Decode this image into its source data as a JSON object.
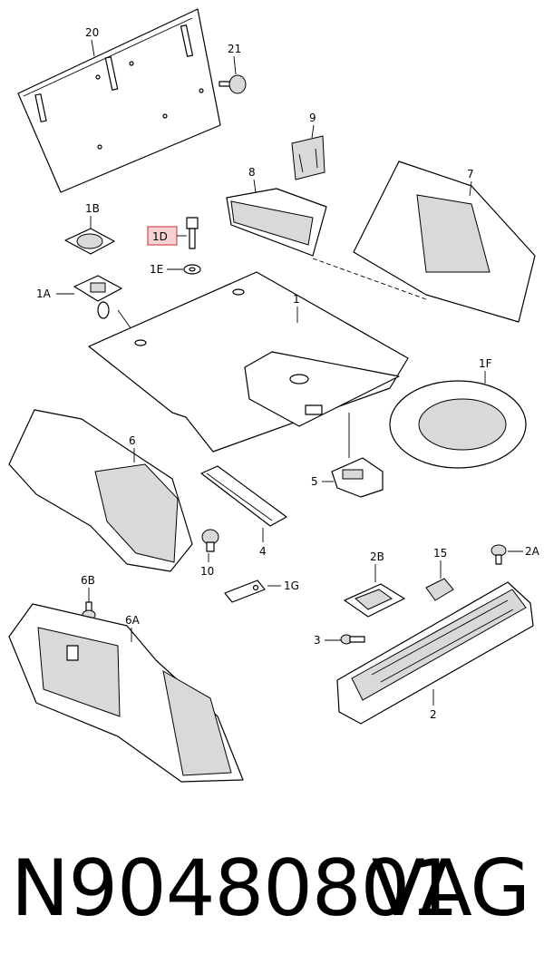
{
  "diagram": {
    "labels": {
      "l20": "20",
      "l21": "21",
      "l9": "9",
      "l8": "8",
      "l7": "7",
      "l1B": "1B",
      "l1D": "1D",
      "l1E": "1E",
      "l1A": "1A",
      "l1": "1",
      "l1F": "1F",
      "l6": "6",
      "l5": "5",
      "l4": "4",
      "l10": "10",
      "l1G": "1G",
      "l6B": "6B",
      "l6A": "6A",
      "l2B": "2B",
      "l15": "15",
      "l2A": "2A",
      "l3": "3",
      "l2": "2"
    },
    "highlighted_label": "1D",
    "highlight_color": "#d24a4a"
  },
  "footer": {
    "part_number": "N90480801",
    "brand": "VAG"
  }
}
